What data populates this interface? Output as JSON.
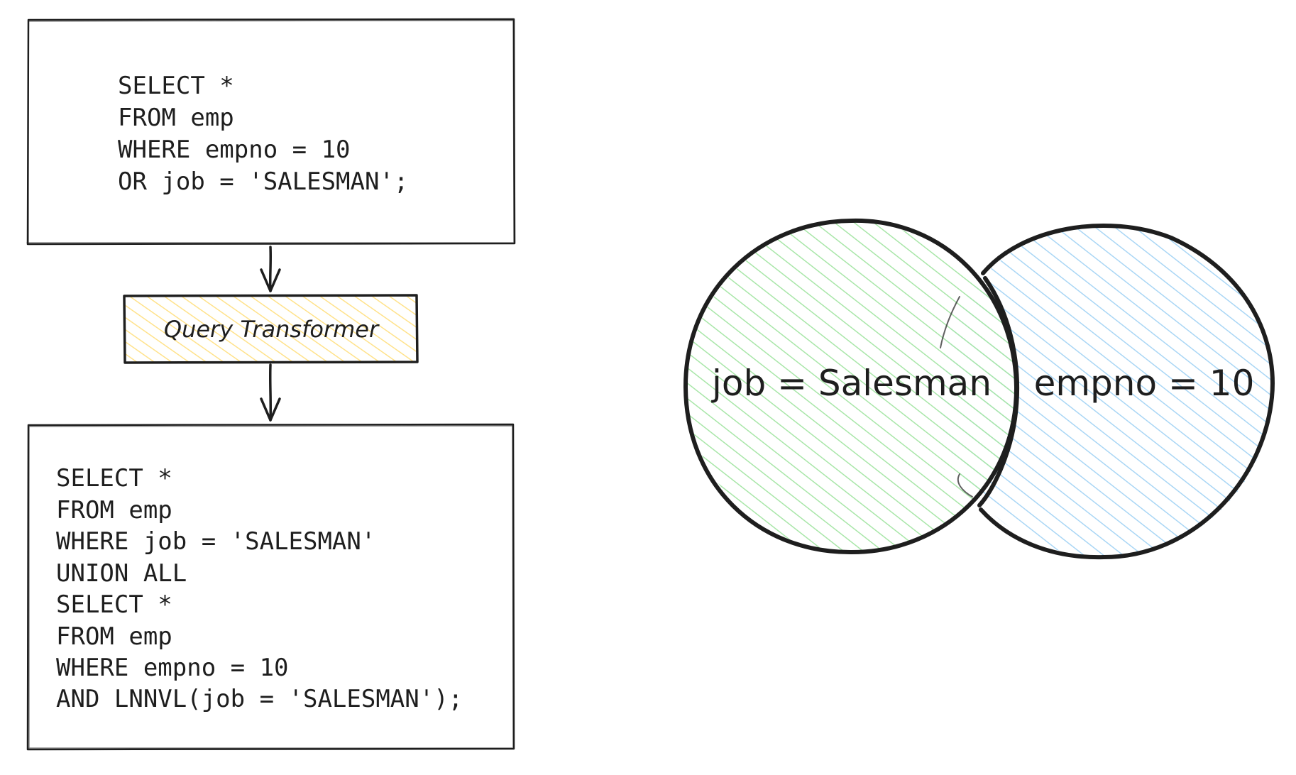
{
  "original_query": {
    "lines": [
      "SELECT *",
      "FROM emp",
      "WHERE empno = 10",
      "OR job = 'SALESMAN';"
    ]
  },
  "transformer": {
    "label": "Query Transformer",
    "fill_color": "#ffe28a"
  },
  "transformed_query": {
    "lines": [
      "SELECT *",
      "FROM emp",
      "WHERE job = 'SALESMAN'",
      "UNION ALL",
      "SELECT *",
      "FROM emp",
      "WHERE empno = 10",
      "AND LNNVL(job = 'SALESMAN');"
    ]
  },
  "venn": {
    "left_set": {
      "label": "job = Salesman",
      "color": "#a8e6a8"
    },
    "right_set": {
      "label": "empno = 10",
      "color": "#a9d6f5"
    }
  },
  "colors": {
    "stroke": "#1e1e1e",
    "background": "#ffffff"
  }
}
